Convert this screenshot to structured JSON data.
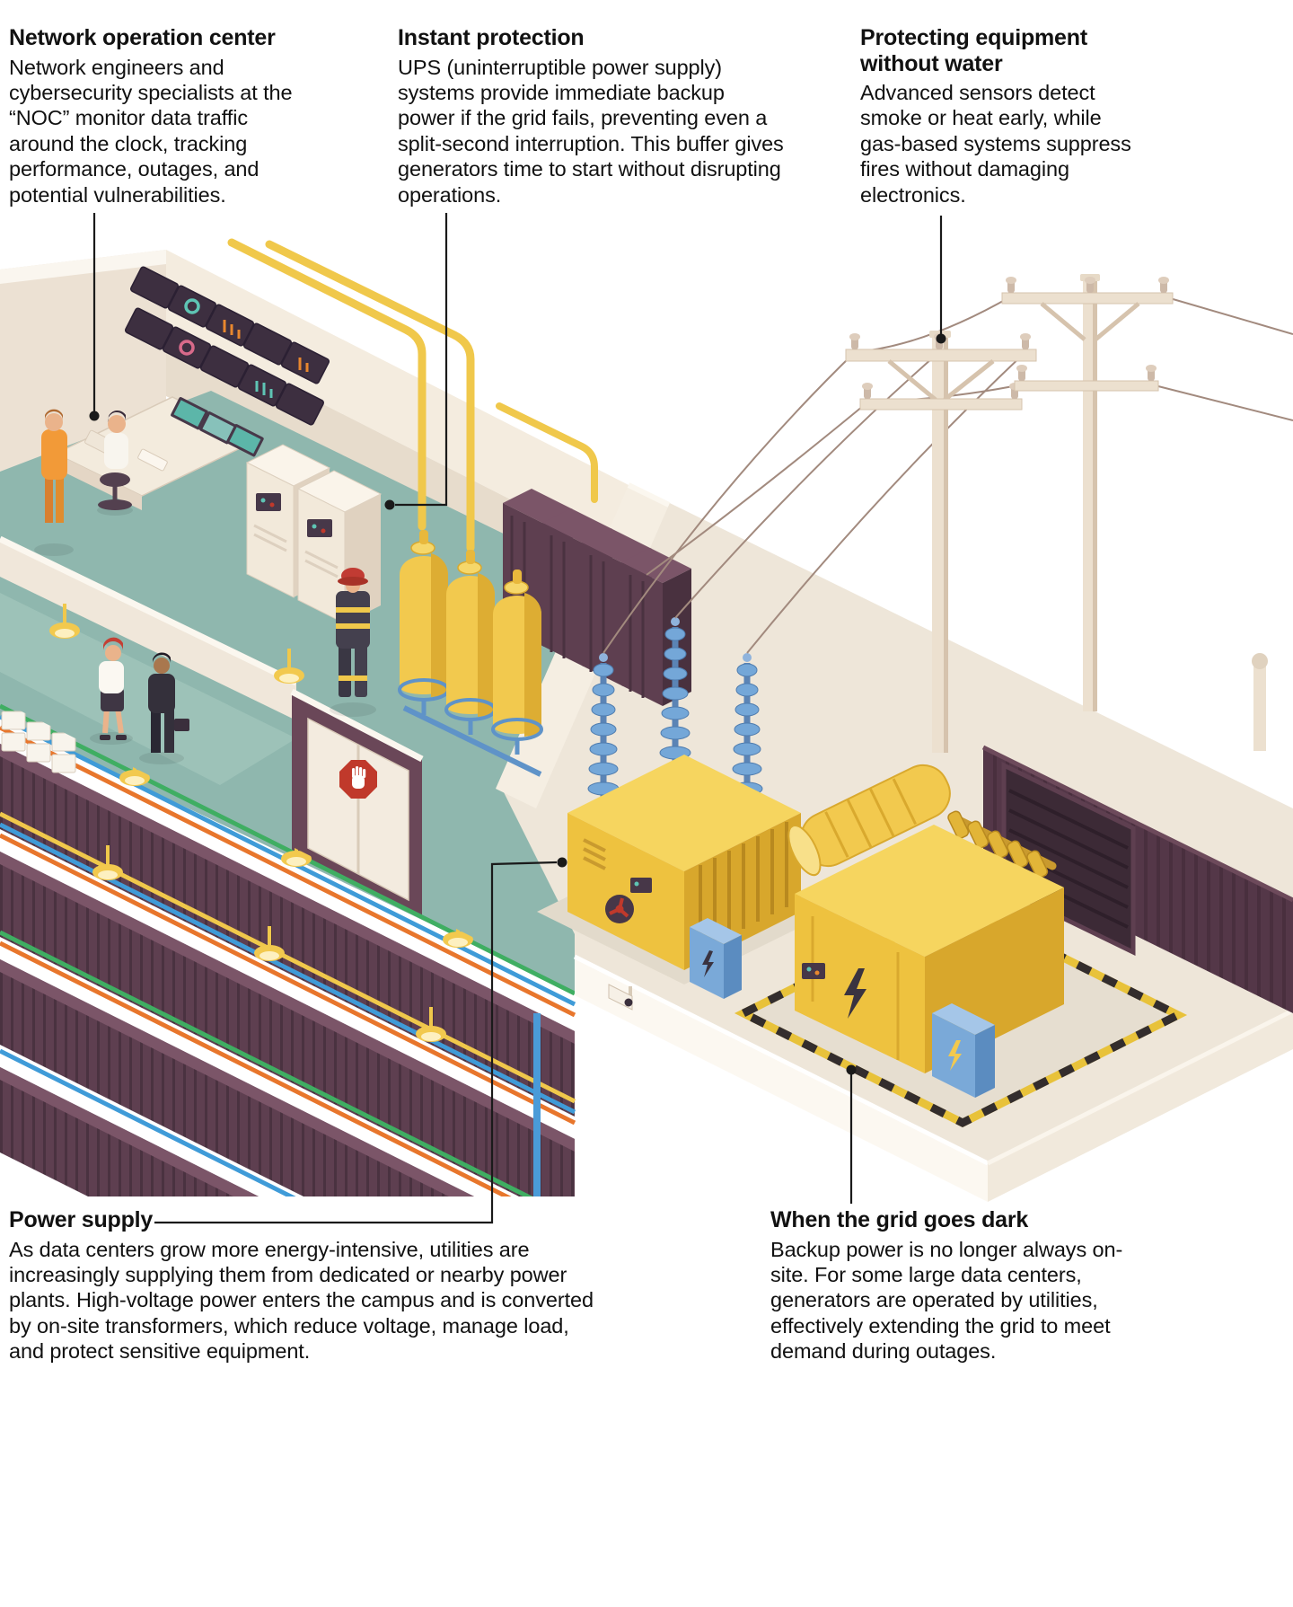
{
  "callouts": {
    "noc": {
      "title": "Network operation center",
      "body": "Network engineers and cybersecurity specialists at the “NOC” monitor data traffic around the clock, tracking performance, outages, and potential vulnerabilities."
    },
    "ups": {
      "title": "Instant protection",
      "body": "UPS (uninterruptible power supply) systems provide immediate backup power if the grid fails, preventing even a split-second interruption. This buffer gives generators time to start without disrupting operations."
    },
    "fire": {
      "title": "Protecting equipment without water",
      "body": "Advanced sensors detect smoke or heat early, while gas-based systems suppress fires without damaging electronics."
    },
    "power": {
      "title": "Power supply",
      "body": "As data centers grow more energy-intensive, utilities are increasingly supplying them from dedicated or nearby power plants. High-voltage power enters the campus and is converted by on-site transformers, which reduce voltage, manage load, and protect sensitive equipment."
    },
    "grid": {
      "title": "When the grid goes dark",
      "body": "Backup power is no longer always on-site. For some large data centers, generators are operated by utilities, effectively extending the grid to meet demand during outages."
    }
  },
  "palette": {
    "ink": "#111111",
    "yellow": "#F2C94E",
    "maroon": "#5E3F50",
    "teal_floor": "#8FB7AE",
    "blue": "#74A7D8",
    "orange_cable": "#E8762C",
    "green_cable": "#3FAE62",
    "cream_wall": "#F2E9DC",
    "red_sign": "#C0392B"
  }
}
